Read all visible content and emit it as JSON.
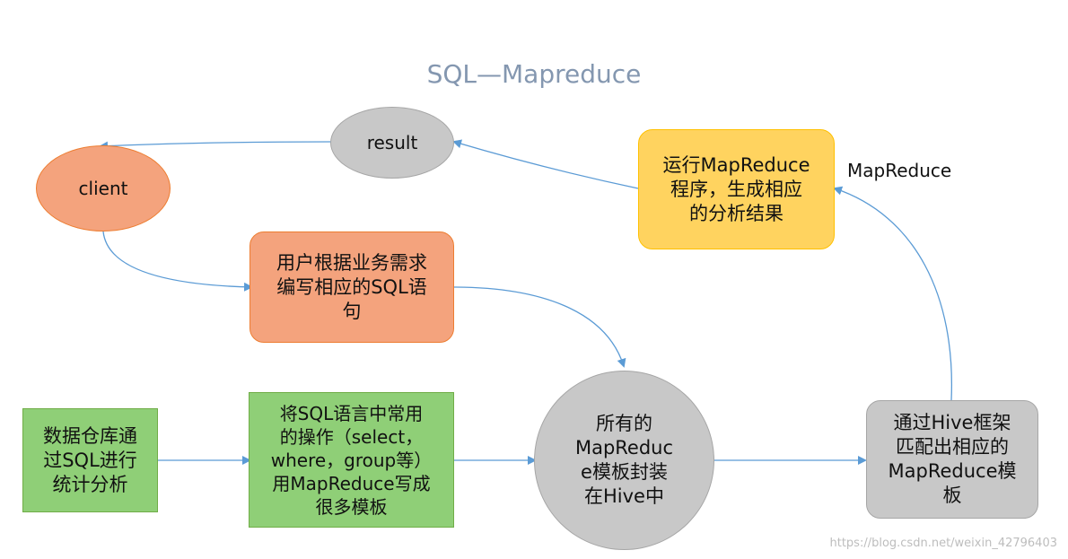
{
  "title": "SQL—Mapreduce",
  "nodes": {
    "client": "client",
    "result": "result",
    "user_sql": [
      "用户根据业务需求",
      "编写相应的SQL语",
      "句"
    ],
    "data_warehouse": [
      "数据仓库通",
      "过SQL进行",
      "统计分析"
    ],
    "templates": [
      "将SQL语言中常用",
      "的操作（select，",
      "where，group等）",
      "用MapReduce写成",
      "很多模板"
    ],
    "hive_templates": [
      "所有的",
      "MapReduc",
      "e模板封装",
      "在Hive中"
    ],
    "match": [
      "通过Hive框架",
      "匹配出相应的",
      "MapReduce模",
      "板"
    ],
    "run": [
      "运行MapReduce",
      "程序，生成相应",
      "的分析结果"
    ]
  },
  "edge_labels": {
    "mapreduce": "MapReduce"
  },
  "watermark": "https://blog.csdn.net/weixin_42796403",
  "colors": {
    "title": "#8497b0",
    "arrow": "#5b9bd5",
    "green": "#8fcf77",
    "orange": "#f4a37d",
    "gray": "#c8c8c8",
    "yellow": "#ffd35f"
  }
}
